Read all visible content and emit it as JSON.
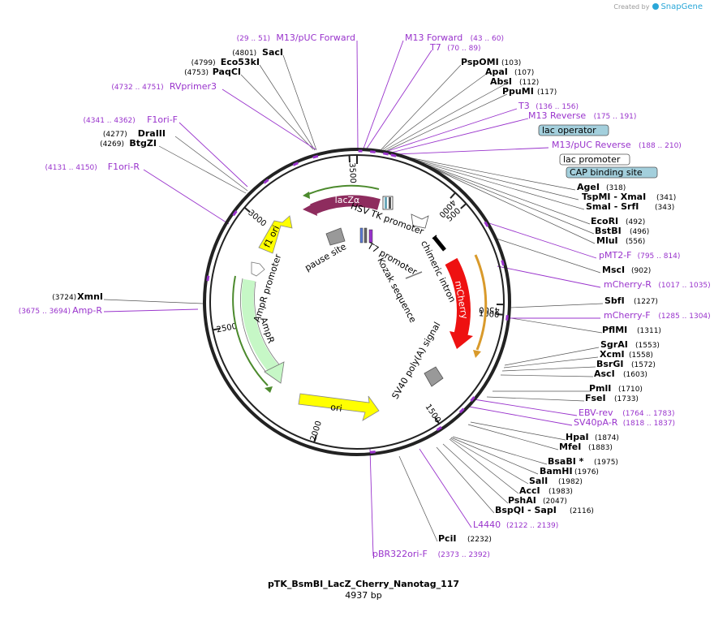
{
  "credit": {
    "prefix": "Created by",
    "brand": "SnapGene"
  },
  "plasmid": {
    "name": "pTK_BsmBI_LacZ_Cherry_Nanotag_117",
    "length_label": "4937 bp",
    "length": 4937
  },
  "ticks": [
    "500",
    "1000",
    "1500",
    "2000",
    "2500",
    "3000",
    "3500",
    "4000",
    "4500"
  ],
  "colors": {
    "primer": "#9933cc",
    "backbone": "#222222",
    "mcherry": "#ee1111",
    "lacz": "#8e2c5e",
    "yellow": "#ffff00",
    "green": "#c6f7c6",
    "lacop": "#a3cfdc"
  },
  "enzymes": [
    {
      "name": "SacI",
      "pos": "(4801)"
    },
    {
      "name": "Eco53kI",
      "pos": "(4799)"
    },
    {
      "name": "PaqCI",
      "pos": "(4753)"
    },
    {
      "name": "DraIII",
      "pos": "(4277)"
    },
    {
      "name": "BtgZI",
      "pos": "(4269)"
    },
    {
      "name": "XmnI",
      "pos": "(3724)"
    },
    {
      "name": "PspOMI",
      "pos": "(103)"
    },
    {
      "name": "ApaI",
      "pos": "(107)"
    },
    {
      "name": "AbsI",
      "pos": "(112)"
    },
    {
      "name": "PpuMI",
      "pos": "(117)"
    },
    {
      "name": "AgeI",
      "pos": "(318)"
    },
    {
      "name": "TspMI - XmaI",
      "pos": "(341)"
    },
    {
      "name": "SmaI - SrfI",
      "pos": "(343)"
    },
    {
      "name": "EcoRI",
      "pos": "(492)"
    },
    {
      "name": "BstBI",
      "pos": "(496)"
    },
    {
      "name": "MluI",
      "pos": "(556)"
    },
    {
      "name": "MscI",
      "pos": "(902)"
    },
    {
      "name": "SbfI",
      "pos": "(1227)"
    },
    {
      "name": "PflMI",
      "pos": "(1311)"
    },
    {
      "name": "SgrAI",
      "pos": "(1553)"
    },
    {
      "name": "XcmI",
      "pos": "(1558)"
    },
    {
      "name": "BsrGI",
      "pos": "(1572)"
    },
    {
      "name": "AscI",
      "pos": "(1603)"
    },
    {
      "name": "PmlI",
      "pos": "(1710)"
    },
    {
      "name": "FseI",
      "pos": "(1733)"
    },
    {
      "name": "HpaI",
      "pos": "(1874)"
    },
    {
      "name": "MfeI",
      "pos": "(1883)"
    },
    {
      "name": "BsaBI *",
      "pos": "(1975)"
    },
    {
      "name": "BamHI",
      "pos": "(1976)"
    },
    {
      "name": "SalI",
      "pos": "(1982)"
    },
    {
      "name": "AccI",
      "pos": "(1983)"
    },
    {
      "name": "PshAI",
      "pos": "(2047)"
    },
    {
      "name": "BspQI - SapI",
      "pos": "(2116)"
    },
    {
      "name": "PciI",
      "pos": "(2232)"
    }
  ],
  "primers": [
    {
      "name": "M13/pUC Forward",
      "pos": "(29 .. 51)"
    },
    {
      "name": "RVprimer3",
      "pos": "(4732 .. 4751)"
    },
    {
      "name": "F1ori-F",
      "pos": "(4341 .. 4362)"
    },
    {
      "name": "F1ori-R",
      "pos": "(4131 .. 4150)"
    },
    {
      "name": "Amp-R",
      "pos": "(3675 .. 3694)"
    },
    {
      "name": "M13 Forward",
      "pos": "(43 .. 60)"
    },
    {
      "name": "T7",
      "pos": "(70 .. 89)"
    },
    {
      "name": "T3",
      "pos": "(136 .. 156)"
    },
    {
      "name": "M13 Reverse",
      "pos": "(175 .. 191)"
    },
    {
      "name": "M13/pUC Reverse",
      "pos": "(188 .. 210)"
    },
    {
      "name": "pMT2-F",
      "pos": "(795 .. 814)"
    },
    {
      "name": "mCherry-R",
      "pos": "(1017 .. 1035)"
    },
    {
      "name": "mCherry-F",
      "pos": "(1285 .. 1304)"
    },
    {
      "name": "EBV-rev",
      "pos": "(1764 .. 1783)"
    },
    {
      "name": "SV40pA-R",
      "pos": "(1818 .. 1837)"
    },
    {
      "name": "L4440",
      "pos": "(2122 .. 2139)"
    },
    {
      "name": "pBR322ori-F",
      "pos": "(2373 .. 2392)"
    }
  ],
  "outer_features": [
    {
      "name": "lac operator",
      "boxed": true,
      "fill": "#a3cfdc"
    },
    {
      "name": "lac promoter",
      "boxed": true,
      "fill": "#ffffff"
    },
    {
      "name": "CAP binding site",
      "boxed": true,
      "fill": "#a3cfdc"
    }
  ],
  "features": {
    "lacz": "lacZα",
    "mcherry": "mCherry",
    "f1ori": "f1 ori",
    "ori": "ori",
    "ampr": "AmpR",
    "ampr_promoter": "AmpR promoter",
    "hsv_tk": "HSV TK promoter",
    "chimeric_intron": "chimeric intron",
    "t7_promoter": "T7 promoter",
    "kozak": "Kozak sequence",
    "pause_site": "pause site",
    "sv40": "SV40 poly(A) signal"
  }
}
